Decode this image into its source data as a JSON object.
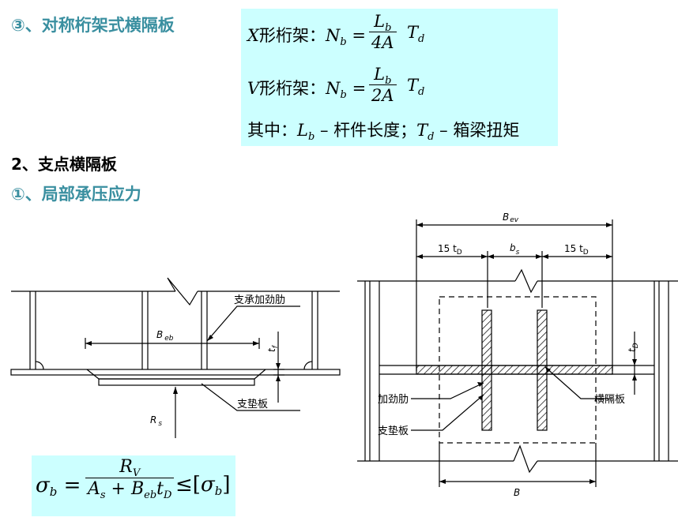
{
  "headings": {
    "h1": "③、对称桁架式横隔板",
    "h2": "2、支点横隔板",
    "h3": "①、局部承压应力"
  },
  "formula1": {
    "x_prefix": "X",
    "truss": "形桁架：",
    "N": "N",
    "b": "b",
    "eq": "=",
    "L": "L",
    "den_x": "4A",
    "T": "T",
    "d": "d",
    "v_prefix": "V",
    "den_v": "2A",
    "note_prefix": "其中：",
    "note_L": "L",
    "note_Lsub": "b",
    "note_member": " – 杆件长度；",
    "note_T": "T",
    "note_Tsub": "d",
    "note_torque": " – 箱梁扭矩"
  },
  "formula2": {
    "sigma": "σ",
    "sub_b": "b",
    "eq": "=",
    "R": "R",
    "sub_V": "V",
    "A": "A",
    "sub_s": "s",
    "plus": " + B",
    "sub_eb": "eb",
    "t": "t",
    "sub_D": "D",
    "le": "≤",
    "bracket_l": "[",
    "bracket_r": "]"
  },
  "diagram_left": {
    "label_stiffener": "支承加劲肋",
    "label_Beb": "B",
    "label_Beb_sub": "eb",
    "label_tf": "t",
    "label_tf_sub": "f",
    "label_Rs": "R",
    "label_Rs_sub": "s",
    "label_pad": "支垫板"
  },
  "diagram_right": {
    "label_Bev": "B",
    "label_Bev_sub": "ev",
    "label_15tD_left": "15 t",
    "label_15tD_left_sub": "D",
    "label_bs": "b",
    "label_bs_sub": "s",
    "label_15tD_right": "15 t",
    "label_15tD_right_sub": "D",
    "label_tD": "t",
    "label_tD_sub": "D",
    "label_stiffener": "加劲肋",
    "label_pad": "支垫板",
    "label_diaphragm": "横隔板",
    "label_B": "B"
  },
  "colors": {
    "heading_teal": "#3a8fa0",
    "formula_bg": "#ccffff"
  }
}
